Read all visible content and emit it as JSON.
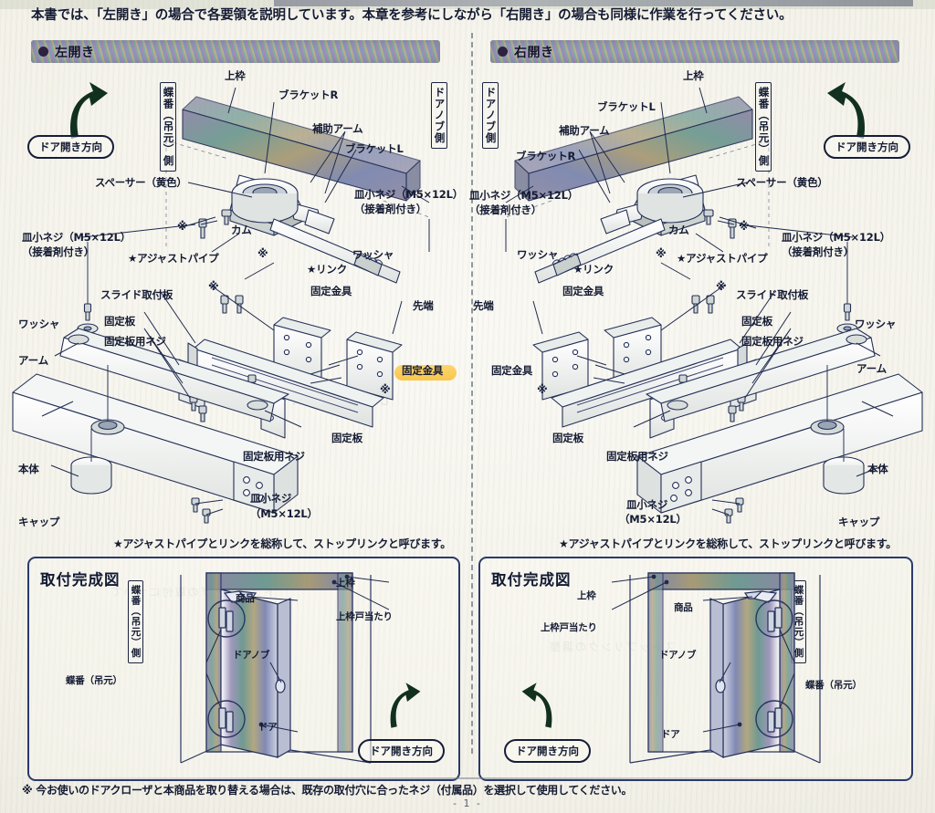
{
  "document": {
    "intro_text": "本書では、「左開き」の場合で各要領を説明しています。本章を参考にしながら「右開き」の場合も同様に作業を行ってください。",
    "footnote": "※ 今お使いのドアクローザと本商品を取り替える場合は、既存の取付穴に合ったネジ（付属品）を選択して使用してください。",
    "page_number": "- 1 -"
  },
  "sections": {
    "left": {
      "banner_label": "左開き",
      "bullet_icon": "filled-circle-icon"
    },
    "right": {
      "banner_label": "右開き",
      "bullet_icon": "filled-circle-icon"
    }
  },
  "left_diagram": {
    "open_direction_pill": "ドア開き方向",
    "hinge_side_vertical": "蝶番（吊元）側",
    "knob_side_vertical": "ドアノブ側",
    "labels": {
      "top_frame": "上枠",
      "bracket_r": "ブラケットR",
      "aux_arm": "補助アーム",
      "bracket_l": "ブラケットL",
      "spacer": "スペーサー（黄色）",
      "flat_screw_1": "皿小ネジ（M5×12L）",
      "flat_screw_1_sub": "（接着剤付き）",
      "flat_screw_2": "皿小ネジ（M5×12L）",
      "flat_screw_2_sub": "（接着剤付き）",
      "cam": "カム",
      "washer_left": "ワッシャ",
      "washer_right": "ワッシャ",
      "adjust_pipe": "★アジャストパイプ",
      "link": "★リンク",
      "slide_plate": "スライド取付板",
      "fixing_plate_a": "固定板",
      "fixing_plate_screw_a": "固定板用ネジ",
      "fixing_plate_b": "固定板",
      "fixing_plate_screw_b": "固定板用ネジ",
      "fixing_metal_a": "固定金具",
      "fixing_metal_b": "固定金具",
      "tip": "先端",
      "arm": "アーム",
      "body": "本体",
      "cap": "キャップ",
      "flat_screw_3": "皿小ネジ",
      "flat_screw_3_sub": "（M5×12L）",
      "asterisk": "※"
    },
    "highlighted_label": "固定金具",
    "highlight_color": "#f9c53f",
    "star_note": "★アジャストパイプとリンクを総称して、ストップリンクと呼びます。"
  },
  "right_diagram": {
    "open_direction_pill": "ドア開き方向",
    "hinge_side_vertical": "蝶番（吊元）側",
    "knob_side_vertical": "ドアノブ側",
    "labels": {
      "top_frame": "上枠",
      "bracket_l": "ブラケットL",
      "aux_arm": "補助アーム",
      "bracket_r": "ブラケットR",
      "spacer": "スペーサー（黄色）",
      "flat_screw_1": "皿小ネジ（M5×12L）",
      "flat_screw_1_sub": "（接着剤付き）",
      "flat_screw_2": "皿小ネジ（M5×12L）",
      "flat_screw_2_sub": "（接着剤付き）",
      "cam": "カム",
      "washer_left": "ワッシャ",
      "washer_right": "ワッシャ",
      "adjust_pipe": "★アジャストパイプ",
      "link": "★リンク",
      "slide_plate": "スライド取付板",
      "fixing_plate_a": "固定板",
      "fixing_plate_screw_a": "固定板用ネジ",
      "fixing_plate_b": "固定板",
      "fixing_plate_screw_b": "固定板用ネジ",
      "fixing_metal_a": "固定金具",
      "fixing_metal_b": "固定金具",
      "tip": "先端",
      "arm": "アーム",
      "body": "本体",
      "cap": "キャップ",
      "flat_screw_3": "皿小ネジ",
      "flat_screw_3_sub": "（M5×12L）",
      "asterisk": "※"
    },
    "star_note": "★アジャストパイプとリンクを総称して、ストップリンクと呼びます。"
  },
  "completion_left": {
    "title": "取付完成図",
    "hinge_side_vertical": "蝶番（吊元）側",
    "hinge_label": "蝶番（吊元）",
    "top_frame": "上枠",
    "top_frame_stop": "上枠戸当たり",
    "product": "商品",
    "door_knob": "ドアノブ",
    "door": "ドア",
    "open_direction_pill": "ドア開き方向"
  },
  "completion_right": {
    "title": "取付完成図",
    "hinge_side_vertical": "蝶番（吊元）側",
    "hinge_label": "蝶番（吊元）",
    "top_frame": "上枠",
    "top_frame_stop": "上枠戸当たり",
    "product": "商品",
    "door_knob": "ドアノブ",
    "door": "ドア",
    "open_direction_pill": "ドア開き方向"
  }
}
